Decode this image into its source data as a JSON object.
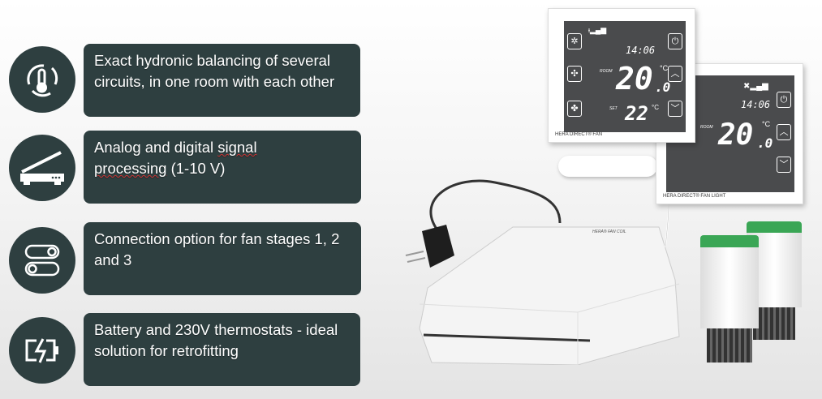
{
  "features": [
    {
      "icon": "thermometer-cycle-icon",
      "text": "Exact hydronic balancing of several circuits, in one room with each other"
    },
    {
      "icon": "scanner-device-icon",
      "text_a": "Analog and digital ",
      "text_b": "signal",
      "text_c": " ",
      "text_d": "processing",
      "text_e": " (1-10 V)"
    },
    {
      "icon": "toggle-switches-icon",
      "text": "Connection option for fan stages 1, 2 and 3"
    },
    {
      "icon": "battery-charging-icon",
      "text": "Battery and 230V thermostats - ideal solution for retrofitting"
    }
  ],
  "thermostat1": {
    "time": "14:06",
    "room_label": "ROOM",
    "room_temp": "20",
    "room_dec": ".0",
    "unit": "°C",
    "set_label": "SET",
    "set_temp": "22",
    "brand": "HERA DIRECT® FAN"
  },
  "thermostat2": {
    "time": "14:06",
    "room_label": "ROOM",
    "room_temp": "20",
    "room_dec": ".0",
    "unit": "°C",
    "brand": "HERA DIRECT® FAN LIGHT"
  },
  "fancoil": {
    "label": "HERA® FAN COIL"
  },
  "colors": {
    "panel": "#2e3f40",
    "actuator_cap": "#3aa655"
  }
}
